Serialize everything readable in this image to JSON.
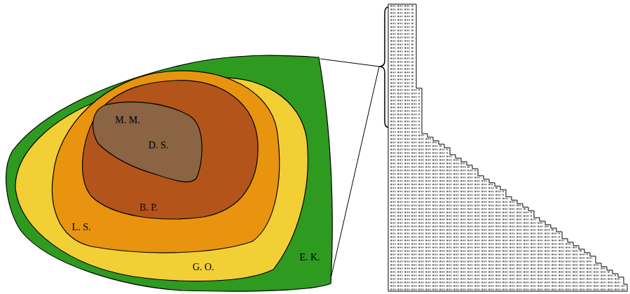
{
  "diagram": {
    "nodes": [
      {
        "text": [
          "E. K."
        ]
      },
      {
        "text": [
          "G. O."
        ],
        "in": 0
      },
      {
        "text": [
          "L. S."
        ],
        "in": 1
      },
      {
        "text": [
          "B. P."
        ],
        "in": 2
      },
      {
        "text": [
          "M. M.",
          "D. S."
        ],
        "in": 3
      }
    ]
  }
}
